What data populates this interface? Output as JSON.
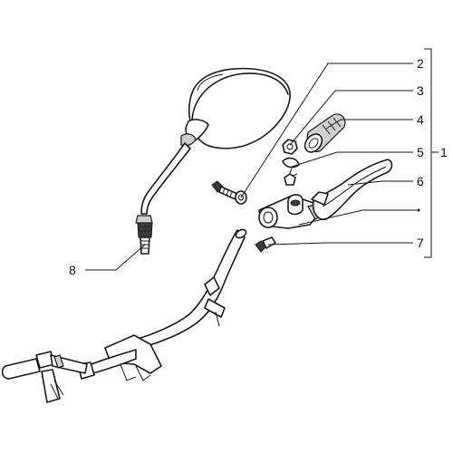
{
  "diagram": {
    "callouts": [
      {
        "id": "2",
        "label": "2"
      },
      {
        "id": "3",
        "label": "3"
      },
      {
        "id": "4",
        "label": "4"
      },
      {
        "id": "5",
        "label": "5"
      },
      {
        "id": "6",
        "label": "6"
      },
      {
        "id": "7",
        "label": "7"
      },
      {
        "id": "8",
        "label": "8"
      },
      {
        "id": "1",
        "label": "1"
      }
    ],
    "colors": {
      "line": "#1a1a1a",
      "background": "#ffffff"
    }
  }
}
